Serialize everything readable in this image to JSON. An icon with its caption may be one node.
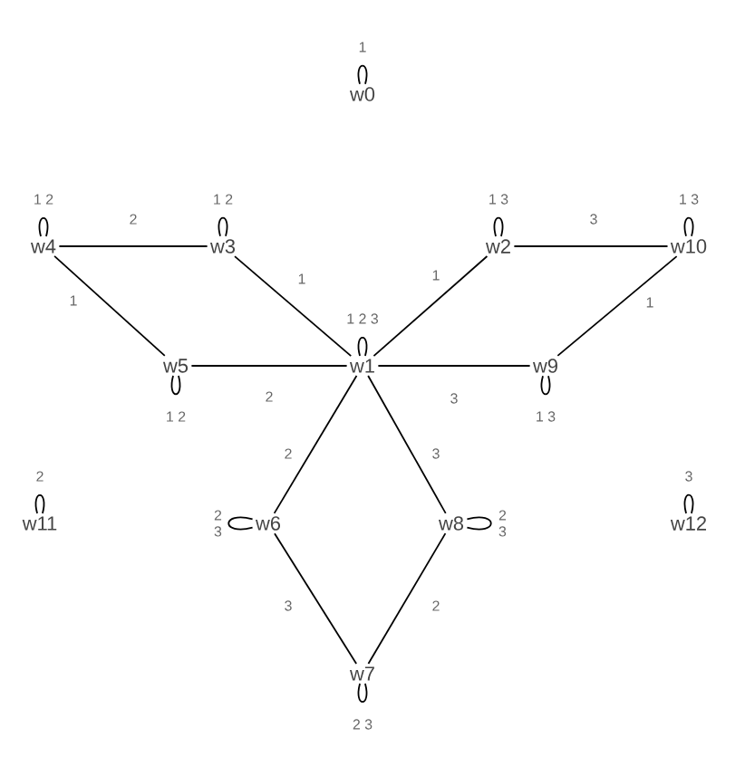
{
  "diagram": {
    "nodes": [
      {
        "text": [
          "w0"
        ]
      },
      {
        "text": [
          "w1"
        ]
      },
      {
        "text": [
          "w2"
        ]
      },
      {
        "text": [
          "w3"
        ]
      },
      {
        "text": [
          "w4"
        ]
      },
      {
        "text": [
          "w5"
        ]
      },
      {
        "text": [
          "w6"
        ]
      },
      {
        "text": [
          "w7"
        ]
      },
      {
        "text": [
          "w8"
        ]
      },
      {
        "text": [
          "w9"
        ]
      },
      {
        "text": [
          "w10"
        ]
      },
      {
        "text": [
          "w11"
        ]
      },
      {
        "text": [
          "w12"
        ]
      }
    ],
    "edges": [
      {
        "from": 0,
        "to": 0,
        "arrow": "none",
        "label": "1"
      },
      {
        "from": 4,
        "to": 4,
        "arrow": "none",
        "label": "1 2"
      },
      {
        "from": 3,
        "to": 3,
        "arrow": "none",
        "label": "1 2"
      },
      {
        "from": 2,
        "to": 2,
        "arrow": "none",
        "label": "1 3"
      },
      {
        "from": 10,
        "to": 10,
        "arrow": "none",
        "label": "1 3"
      },
      {
        "from": 1,
        "to": 1,
        "arrow": "none",
        "label": "1 2 3"
      },
      {
        "from": 5,
        "to": 5,
        "arrow": "none",
        "label": "1 2"
      },
      {
        "from": 9,
        "to": 9,
        "arrow": "none",
        "label": "1 3"
      },
      {
        "from": 11,
        "to": 11,
        "arrow": "none",
        "label": "2"
      },
      {
        "from": 6,
        "to": 6,
        "arrow": "none",
        "label": "2 3"
      },
      {
        "from": 8,
        "to": 8,
        "arrow": "none",
        "label": "2 3"
      },
      {
        "from": 12,
        "to": 12,
        "arrow": "none",
        "label": "3"
      },
      {
        "from": 7,
        "to": 7,
        "arrow": "none",
        "label": "2 3"
      },
      {
        "from": 4,
        "to": 3,
        "arrow": "none",
        "label": "2"
      },
      {
        "from": 4,
        "to": 5,
        "arrow": "none",
        "label": "1"
      },
      {
        "from": 3,
        "to": 1,
        "arrow": "none",
        "label": "1"
      },
      {
        "from": 5,
        "to": 1,
        "arrow": "none",
        "label": "2"
      },
      {
        "from": 1,
        "to": 2,
        "arrow": "none",
        "label": "1"
      },
      {
        "from": 2,
        "to": 10,
        "arrow": "none",
        "label": "3"
      },
      {
        "from": 10,
        "to": 9,
        "arrow": "none",
        "label": "1"
      },
      {
        "from": 1,
        "to": 9,
        "arrow": "none",
        "label": "3"
      },
      {
        "from": 1,
        "to": 6,
        "arrow": "none",
        "label": "2"
      },
      {
        "from": 1,
        "to": 8,
        "arrow": "none",
        "label": "3"
      },
      {
        "from": 6,
        "to": 7,
        "arrow": "none",
        "label": "3"
      },
      {
        "from": 8,
        "to": 7,
        "arrow": "none",
        "label": "2"
      }
    ]
  }
}
